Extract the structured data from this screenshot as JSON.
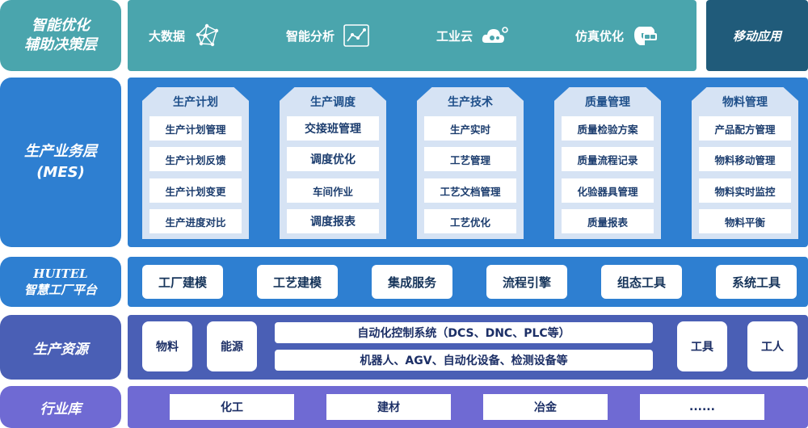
{
  "decision_layer": {
    "label_line1": "智能优化",
    "label_line2": "辅助决策层",
    "tools": [
      {
        "label": "大数据",
        "icon": "network-icon"
      },
      {
        "label": "智能分析",
        "icon": "analysis-chart-icon"
      },
      {
        "label": "工业云",
        "icon": "cloud-gear-icon"
      },
      {
        "label": "仿真优化",
        "icon": "vr-headset-icon"
      }
    ],
    "mobile": "移动应用"
  },
  "mes_layer": {
    "label_line1": "生产业务层",
    "label_line2": "(MES)",
    "modules": [
      {
        "title": "生产计划",
        "items": [
          "生产计划管理",
          "生产计划反馈",
          "生产计划变更",
          "生产进度对比"
        ]
      },
      {
        "title": "生产调度",
        "items": [
          "交接班管理",
          "调度优化",
          "车间作业",
          "调度报表"
        ]
      },
      {
        "title": "生产技术",
        "items": [
          "生产实时",
          "工艺管理",
          "工艺文档管理",
          "工艺优化"
        ]
      },
      {
        "title": "质量管理",
        "items": [
          "质量检验方案",
          "质量流程记录",
          "化验器具管理",
          "质量报表"
        ]
      },
      {
        "title": "物料管理",
        "items": [
          "产品配方管理",
          "物料移动管理",
          "物料实时监控",
          "物料平衡"
        ]
      }
    ]
  },
  "platform_layer": {
    "label_line1": "HUITEL",
    "label_line2": "智慧工厂平台",
    "items": [
      "工厂建模",
      "工艺建模",
      "集成服务",
      "流程引擎",
      "组态工具",
      "系统工具"
    ]
  },
  "resource_layer": {
    "label": "生产资源",
    "left_items": [
      "物料",
      "能源"
    ],
    "center_items": [
      "自动化控制系统（DCS、DNC、PLC等）",
      "机器人、AGV、自动化设备、检测设备等"
    ],
    "right_items": [
      "工具",
      "工人"
    ]
  },
  "industry_layer": {
    "label": "行业库",
    "items": [
      "化工",
      "建材",
      "冶金",
      "......"
    ]
  },
  "colors": {
    "teal": "#4aa5ad",
    "navy": "#205b7a",
    "blue": "#2e7fd1",
    "indigo": "#4a5fb5",
    "violet": "#6f6ad3"
  }
}
